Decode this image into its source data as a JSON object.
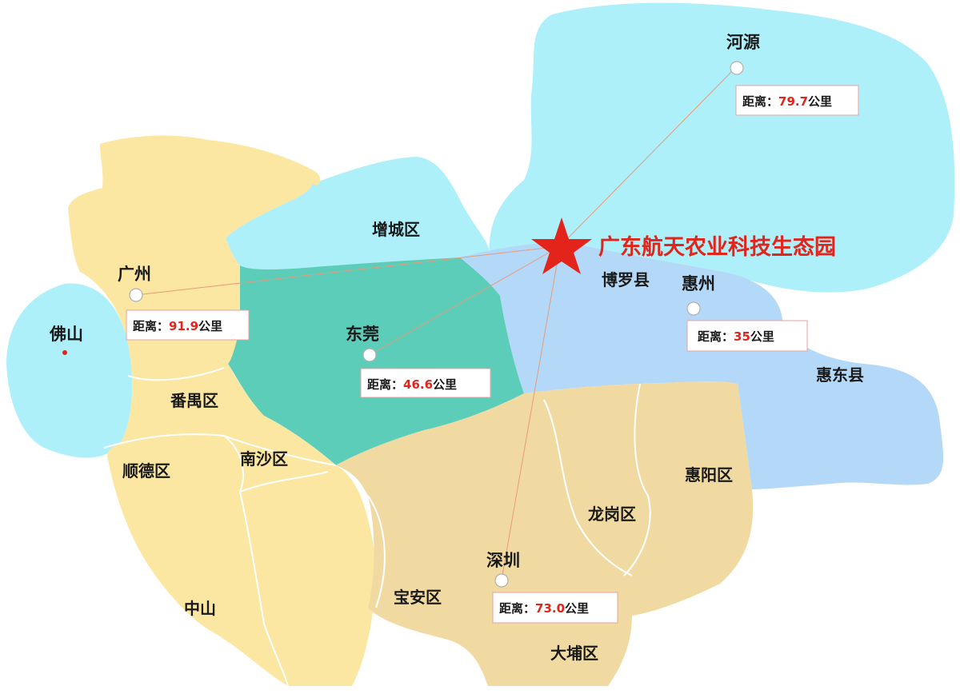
{
  "colors": {
    "light_cyan": "#aef0fa",
    "light_blue": "#b4d8f8",
    "teal": "#5ccdb8",
    "light_yellow": "#fbe7a1",
    "tan": "#f1d9a2",
    "accent_red": "#e3241b"
  },
  "title": "广东航天农业科技生态园",
  "markers": {
    "star": "star-icon"
  },
  "regions": {
    "zengcheng": "增城区",
    "boluo": "博罗县",
    "huidong": "惠东县",
    "panyu": "番禺区",
    "shunde": "顺德区",
    "nansha": "南沙区",
    "zhongshan": "中山",
    "baoan": "宝安区",
    "longgang": "龙岗区",
    "huiyang": "惠阳区",
    "dapeng": "大埔区"
  },
  "cities": {
    "heyuan": "河源",
    "guangzhou": "广州",
    "foshan": "佛山",
    "dongguan": "东莞",
    "huizhou": "惠州",
    "shenzhen": "深圳"
  },
  "distances": {
    "label": "距离：",
    "unit": "公里",
    "heyuan": "79.7",
    "guangzhou": "91.9",
    "dongguan": "46.6",
    "huizhou": "35",
    "shenzhen": "73.0"
  }
}
